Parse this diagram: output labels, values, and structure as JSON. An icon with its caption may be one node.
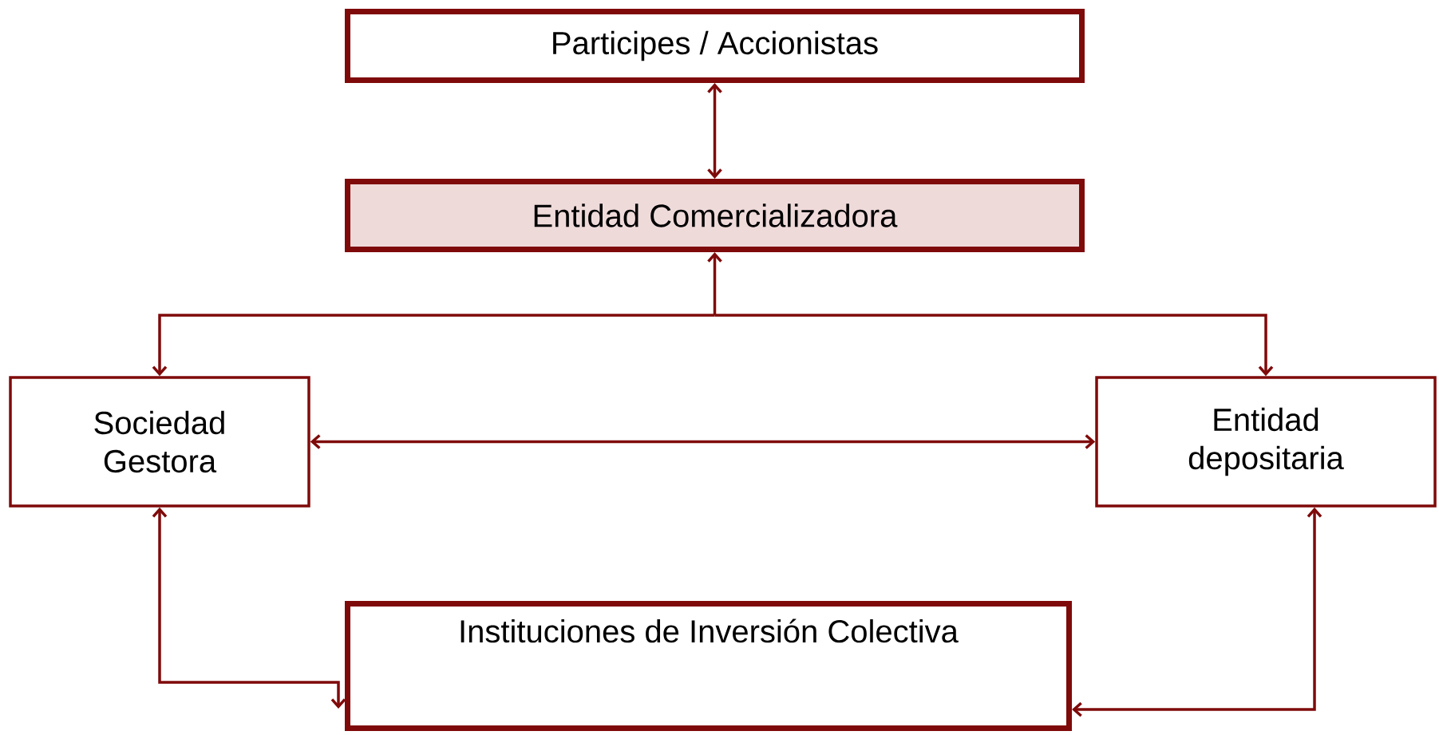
{
  "diagram": {
    "nodes": [
      {
        "text": [
          "Participes / Accionistas"
        ]
      },
      {
        "text": [
          "Entidad Comercializadora"
        ]
      },
      {
        "text": [
          "Sociedad Gestora"
        ]
      },
      {
        "text": [
          "Entidad depositaria"
        ]
      },
      {
        "text": [
          "Instituciones de Inversión Colectiva"
        ]
      }
    ],
    "edges": [
      {
        "from": 0,
        "to": 1,
        "arrow": "both"
      },
      {
        "from": 1,
        "to": 2,
        "arrow": "both"
      },
      {
        "from": 1,
        "to": 3,
        "arrow": "both"
      },
      {
        "from": 2,
        "to": 3,
        "arrow": "both"
      },
      {
        "from": 2,
        "to": 4,
        "arrow": "both"
      },
      {
        "from": 3,
        "to": 4,
        "arrow": "both"
      }
    ]
  }
}
